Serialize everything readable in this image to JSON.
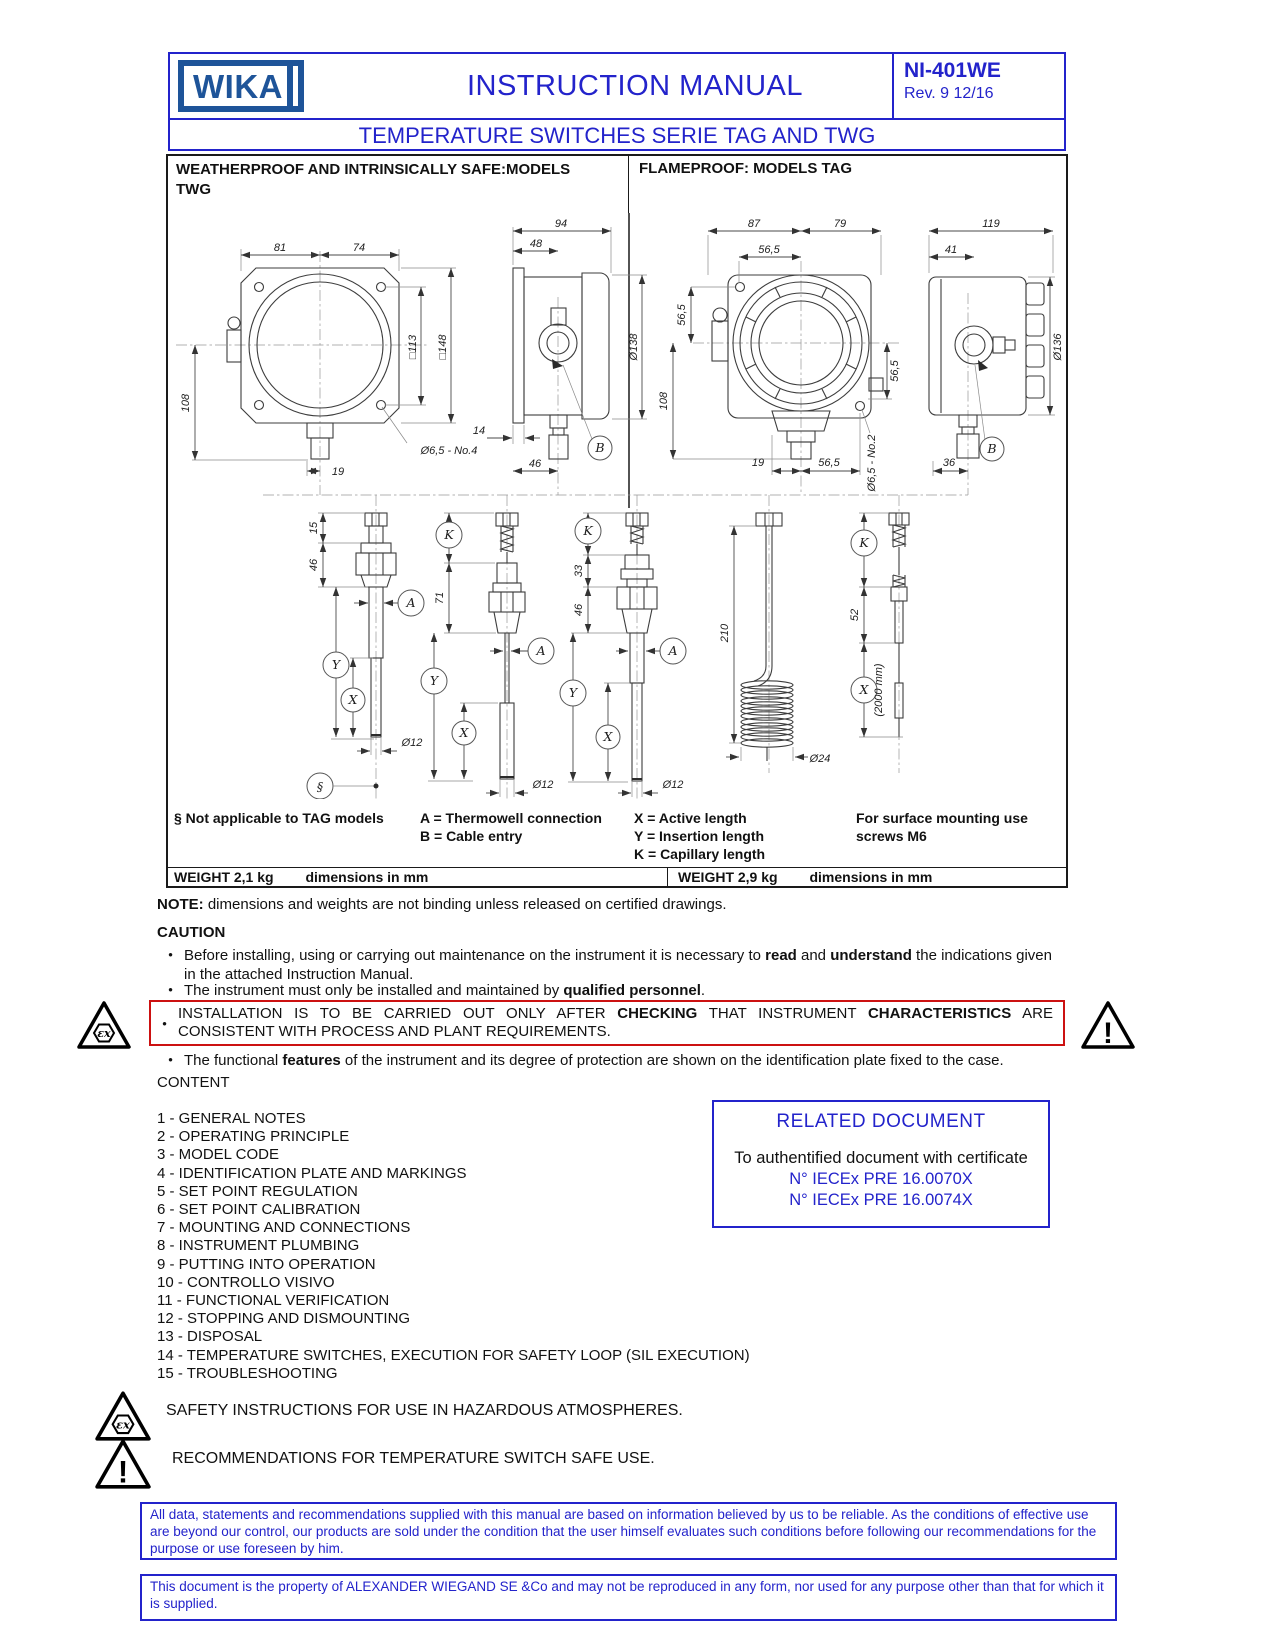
{
  "colors": {
    "accent_blue": "#2323cb",
    "logo_blue": "#1e5499",
    "warning_red": "#cc1111",
    "drawing_line": "#3d3d3d"
  },
  "header": {
    "logo": "WIKA",
    "title": "INSTRUCTION MANUAL",
    "doc_number": "NI-401WE",
    "revision": "Rev. 9  12/16",
    "subtitle": "TEMPERATURE SWITCHES SERIE TAG AND TWG"
  },
  "panel": {
    "left_header": "WEATHERPROOF AND INTRINSICALLY SAFE:MODELS TWG",
    "right_header": "FLAMEPROOF: MODELS TAG",
    "legend": {
      "note_sign": "§ Not applicable to TAG models",
      "a": "A = Thermowell connection",
      "b": "B = Cable entry",
      "x": "X = Active length",
      "y": "Y = Insertion length",
      "k": "K = Capillary length",
      "mount1": "For surface mounting use",
      "mount2": "screws M6"
    },
    "weight_left": "WEIGHT 2,1  kg",
    "weight_right": "WEIGHT 2,9 kg",
    "dims_in_mm": "dimensions in mm",
    "labels": {
      "a81": "81",
      "a74": "74",
      "a108": "108",
      "a113": "□113",
      "a148": "□148",
      "ahole": "Ø6,5 - No.4",
      "a19": "19",
      "b94": "94",
      "b48": "48",
      "b14": "14",
      "b46": "46",
      "b138": "Ø138",
      "bB": "B",
      "c87": "87",
      "c79": "79",
      "c565a": "56,5",
      "c565b": "56,5",
      "c108": "108",
      "c565c": "56,5",
      "c19": "19",
      "c565d": "56,5",
      "chole": "Ø6,5 - No.2",
      "d119": "119",
      "d41": "41",
      "d136": "Ø136",
      "d36": "36",
      "dB": "B",
      "p1_15": "15",
      "p1_46": "46",
      "p1A": "A",
      "p1Y": "Y",
      "p1X": "X",
      "p1d12": "Ø12",
      "p1s": "§",
      "p2K": "K",
      "p2_71": "71",
      "p2A": "A",
      "p2Y": "Y",
      "p2X": "X",
      "p2d12": "Ø12",
      "p3K": "K",
      "p3_33": "33",
      "p3_46": "46",
      "p3A": "A",
      "p3Y": "Y",
      "p3X": "X",
      "p3d12": "Ø12",
      "p4_210": "210",
      "p4d24": "Ø24",
      "p5K": "K",
      "p5_52": "52",
      "p5X": "X",
      "p5cap": "(2000 mm)"
    }
  },
  "note": {
    "label": "NOTE:",
    "text": " dimensions and weights are not binding unless released on certified drawings."
  },
  "caution": {
    "title": "CAUTION",
    "bullet_glyph": "•",
    "b1": {
      "t1": "Before installing, using or carrying out maintenance on the instrument it is necessary to ",
      "b1": "read",
      "t2": " and ",
      "b2": "understand",
      "t3": " the indications given in the attached Instruction Manual."
    },
    "b2": {
      "t1": "The instrument must only be installed and maintained by ",
      "b1": "qualified personnel",
      "t2": "."
    },
    "b3": {
      "t1": "INSTALLATION IS TO BE CARRIED OUT ONLY AFTER ",
      "b1": "CHECKING",
      "t2": " THAT INSTRUMENT ",
      "b2": "CHARACTERISTICS",
      "t3": " ARE CONSISTENT WITH PROCESS AND PLANT REQUIREMENTS."
    },
    "b4": {
      "t1": "The functional ",
      "b1": "features",
      "t2": " of the instrument and its degree of protection are shown on the identification plate fixed to the case."
    }
  },
  "content": {
    "title": "CONTENT",
    "items": [
      "1 - GENERAL NOTES",
      "2 - OPERATING PRINCIPLE",
      "3 - MODEL CODE",
      "4 - IDENTIFICATION PLATE AND MARKINGS",
      "5 - SET POINT REGULATION",
      "6 - SET POINT CALIBRATION",
      "7 - MOUNTING AND CONNECTIONS",
      "8 - INSTRUMENT PLUMBING",
      "9 - PUTTING INTO OPERATION",
      "10 - CONTROLLO VISIVO",
      "11 - FUNCTIONAL VERIFICATION",
      "12 - STOPPING AND DISMOUNTING",
      "13 - DISPOSAL",
      "14 - TEMPERATURE SWITCHES, EXECUTION FOR SAFETY LOOP (SIL EXECUTION)",
      "15 - TROUBLESHOOTING"
    ]
  },
  "related": {
    "title": "RELATED DOCUMENT",
    "line1": "To authentified document with certificate",
    "cert1": "N° IECEx PRE 16.0070X",
    "cert2": "N° IECEx PRE 16.0074X"
  },
  "safety": {
    "line1": "SAFETY INSTRUCTIONS FOR USE IN HAZARDOUS ATMOSPHERES.",
    "line2": "RECOMMENDATIONS FOR TEMPERATURE SWITCH SAFE USE."
  },
  "footer": {
    "box1": "All data, statements and recommendations supplied with this manual are based on information believed by us to be reliable. As the conditions of effective use are beyond our control, our products are sold under the condition that the user himself evaluates such conditions before following our recommendations for the purpose or use foreseen by him.",
    "box2": "This document is the property of ALEXANDER WIEGAND SE &Co and may not be reproduced in any form, nor used for any purpose other than that for which it is supplied."
  },
  "icons": {
    "ex_glyph": "εx",
    "warning_glyph": "!"
  }
}
